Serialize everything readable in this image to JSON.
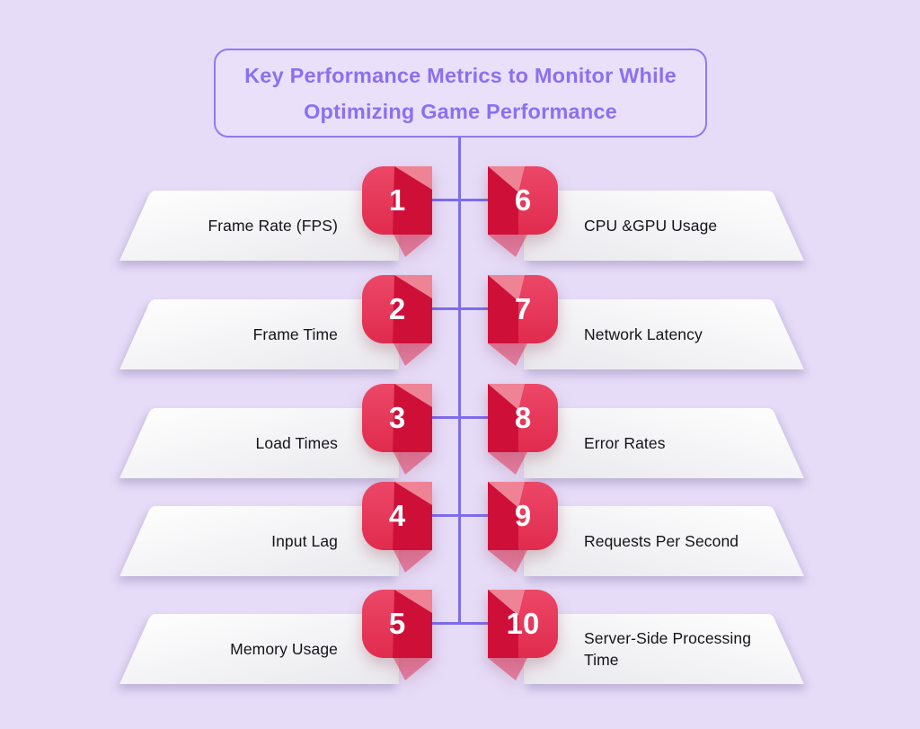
{
  "title": {
    "line1": "Key Performance Metrics to Monitor While",
    "line2": "Optimizing Game Performance"
  },
  "items": [
    {
      "number": "1",
      "label": "Frame Rate (FPS)"
    },
    {
      "number": "2",
      "label": "Frame Time"
    },
    {
      "number": "3",
      "label": "Load Times"
    },
    {
      "number": "4",
      "label": "Input Lag"
    },
    {
      "number": "5",
      "label": "Memory Usage"
    },
    {
      "number": "6",
      "label": "CPU &GPU Usage"
    },
    {
      "number": "7",
      "label": "Network Latency"
    },
    {
      "number": "8",
      "label": "Error Rates"
    },
    {
      "number": "9",
      "label": "Requests Per Second"
    },
    {
      "number": "10",
      "label": "Server-Side Processing Time"
    }
  ],
  "colors": {
    "background": "#E6DCF8",
    "title_text": "#8B70F1",
    "title_border": "#8F7AF2",
    "title_fill": "#EAE0FA",
    "connector_line": "#7D6DED",
    "badge_red": "#E6365A",
    "badge_dark_red": "#CE1039",
    "badge_fold_pink": "#EF8396",
    "banner_white": "#FFFFFF",
    "banner_gray": "#E9E8EC",
    "label_text": "#141419",
    "number_text": "#FFFFFF"
  }
}
